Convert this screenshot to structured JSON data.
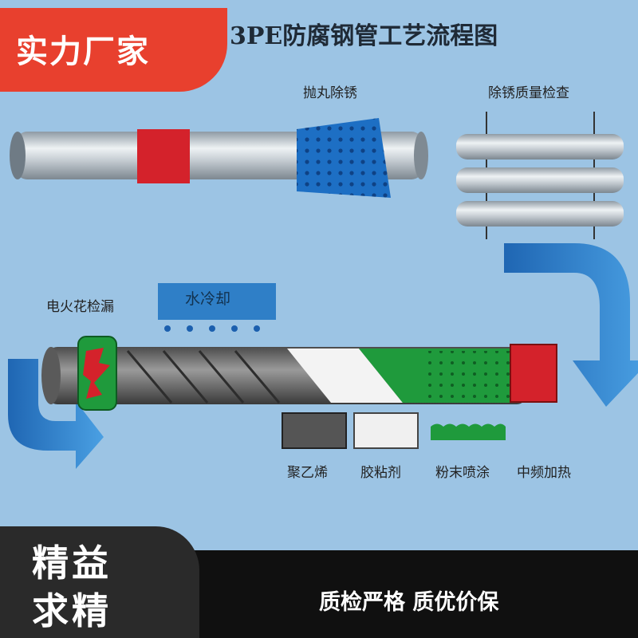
{
  "badge_top": "实力厂家",
  "title": "3PE防腐钢管工艺流程图",
  "steps": {
    "shot_blast": "抛丸除锈",
    "quality_check": "除锈质量检查",
    "spark_test": "电火花检漏",
    "water_cool": "水冷却",
    "polyethylene": "聚乙烯",
    "adhesive": "胶粘剂",
    "powder_spray": "粉末喷涂",
    "induction_heat": "中频加热"
  },
  "bottom_left": {
    "line1": "精益",
    "line2": "求精"
  },
  "slogan": "质检严格 质优价保",
  "colors": {
    "background": "#9cc4e4",
    "badge_red": "#e8402e",
    "heater_red": "#d4222b",
    "blast_blue": "#1d6fc4",
    "arrow_blue": "#2f7fc7",
    "powder_green": "#1f9a3c",
    "bottom_dark": "#101010"
  }
}
